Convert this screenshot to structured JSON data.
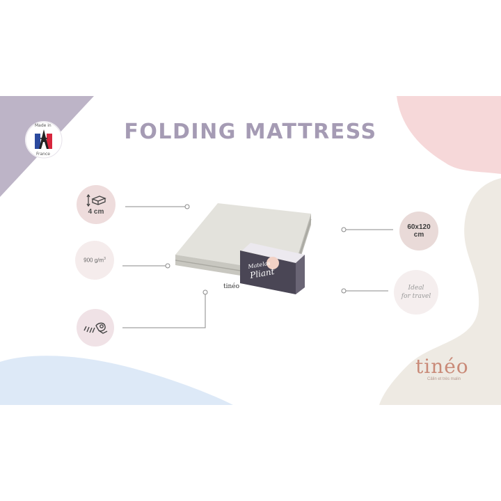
{
  "title": "FOLDING MATTRESS",
  "made_in": {
    "line1": "Made in",
    "line2": "France"
  },
  "features": {
    "thickness": "4 cm",
    "density": "900 g/m",
    "density_sup": "3",
    "size_line1": "60x120",
    "size_line2": "cm",
    "travel_line1": "Ideal",
    "travel_line2": "for travel"
  },
  "package": {
    "brand": "tinéo",
    "name_line1": "Matelas",
    "name_line2": "Pliant"
  },
  "brand": {
    "name": "tinéo",
    "tagline": "Câlin et très malin"
  },
  "colors": {
    "title": "#a59bb4",
    "lavender": "#bdb4c7",
    "pink": "#f6d8d9",
    "blue": "#dde9f7",
    "beige": "#eeeae3",
    "brand": "#c98a78"
  }
}
